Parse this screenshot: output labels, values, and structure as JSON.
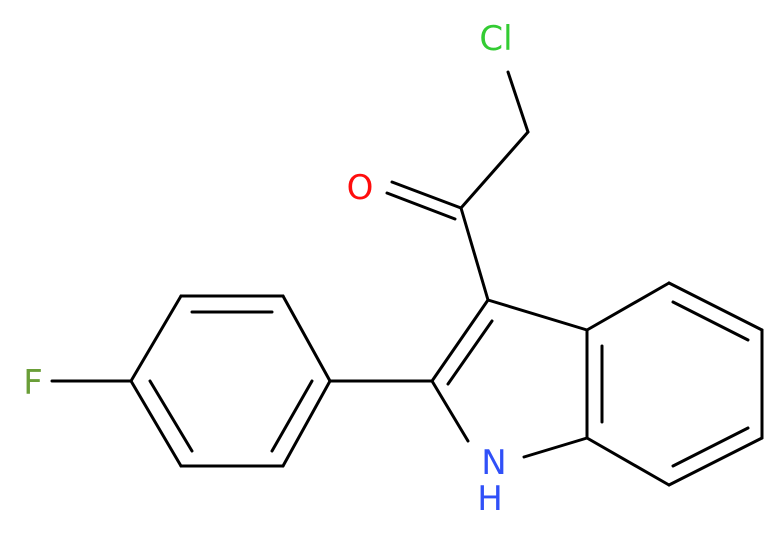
{
  "molecule": {
    "atom_labels": {
      "chlorine": "Cl",
      "oxygen": "O",
      "fluorine": "F",
      "nitrogen_n": "N",
      "nitrogen_h": "H"
    },
    "colors": {
      "bond": "#000000",
      "chlorine": "#33cc33",
      "oxygen": "#ff0d0d",
      "fluorine": "#6a9e38",
      "nitrogen": "#3050f8",
      "background": "#ffffff"
    }
  }
}
